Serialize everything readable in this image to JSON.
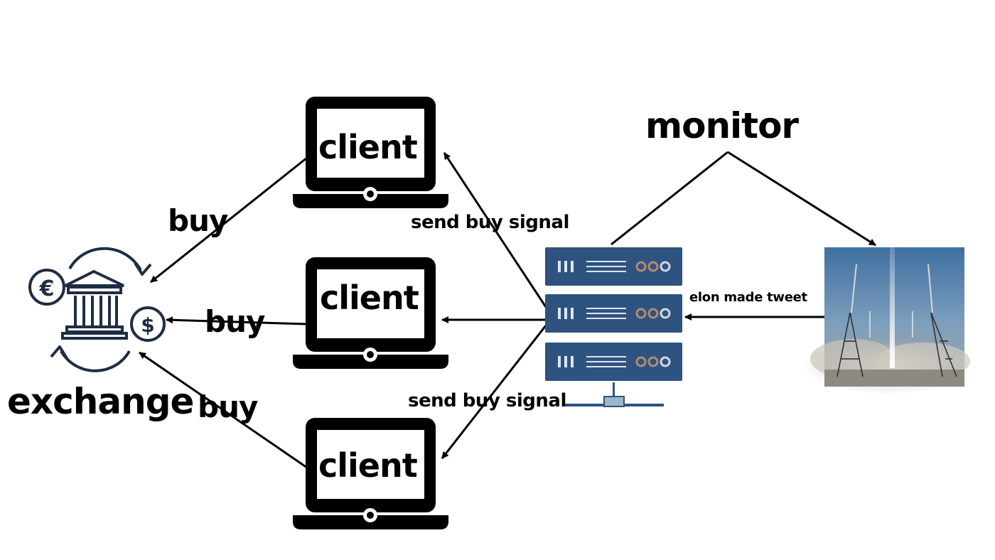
{
  "labels": {
    "monitor": "monitor",
    "exchange": "exchange",
    "buy_top": "buy",
    "buy_middle": "buy",
    "buy_bottom": "buy",
    "send_signal_top": "send buy signal",
    "send_signal_bottom": "send buy signal",
    "tweet": "elon made tweet"
  },
  "clients": [
    {
      "label": "client"
    },
    {
      "label": "client"
    },
    {
      "label": "client"
    }
  ],
  "icons": {
    "laptop": "laptop-icon",
    "server": "server-rack-icon",
    "bank": "bank-exchange-icon",
    "euro": "euro-coin-icon",
    "dollar": "dollar-coin-icon",
    "rocket": "rocket-launch-photo"
  },
  "colors": {
    "server_body": "#2f5380",
    "server_stripe": "#dce6f0",
    "bank_stroke": "#1f2d44",
    "arrow": "#000000"
  }
}
